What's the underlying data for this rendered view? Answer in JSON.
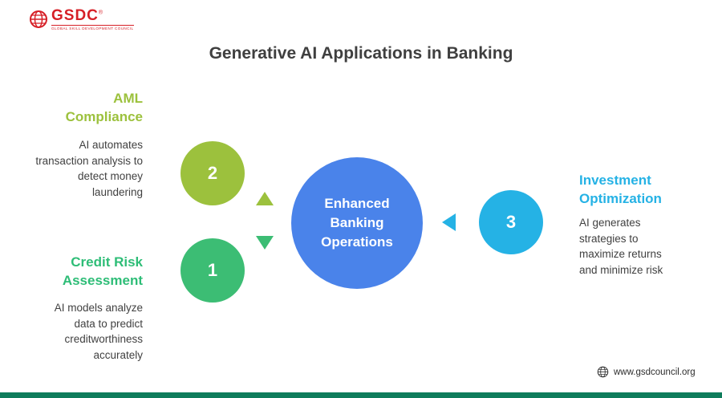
{
  "logo": {
    "name": "GSDC",
    "registered_mark": "®",
    "tagline": "GLOBAL SKILL DEVELOPMENT COUNCIL"
  },
  "header": {
    "title": "Generative AI Applications in Banking"
  },
  "diagram": {
    "center": {
      "label": "Enhanced Banking Operations",
      "color": "#4a83ea"
    },
    "items": [
      {
        "number": "1",
        "title": "Credit Risk Assessment",
        "description": "AI models analyze data to predict creditworthiness accurately",
        "color": "#3cbd74"
      },
      {
        "number": "2",
        "title": "AML Compliance",
        "description": "AI automates transaction analysis to detect money laundering",
        "color": "#9cc13d"
      },
      {
        "number": "3",
        "title": "Investment Optimization",
        "description": "AI generates strategies to maximize returns and minimize risk",
        "color": "#25b2e5"
      }
    ]
  },
  "footer": {
    "website": "www.gsdcouncil.org",
    "bar_color": "#0e7c5b"
  }
}
